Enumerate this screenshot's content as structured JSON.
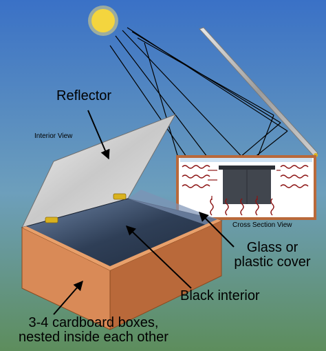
{
  "labels": {
    "reflector": "Reflector",
    "interior_view": "Interior View",
    "cross_section_view": "Cross Section View",
    "glass_line1": "Glass or",
    "glass_line2": "plastic cover",
    "black_interior": "Black interior",
    "boxes_line1": "3-4 cardboard boxes,",
    "boxes_line2": "nested inside each other"
  },
  "colors": {
    "sky_top": "#3b73c8",
    "sky_bottom": "#7aa9a6",
    "ground": "#5e8a55",
    "sun": "#f4d53e",
    "box_front": "#d98a57",
    "box_side": "#b9693a",
    "box_edge": "#8a4a20",
    "reflector": "#d6d6d6",
    "interior": "#3a4f6c",
    "hinge": "#d9b21e",
    "pot": "#40454d",
    "heat_waves": "#8c1414"
  }
}
